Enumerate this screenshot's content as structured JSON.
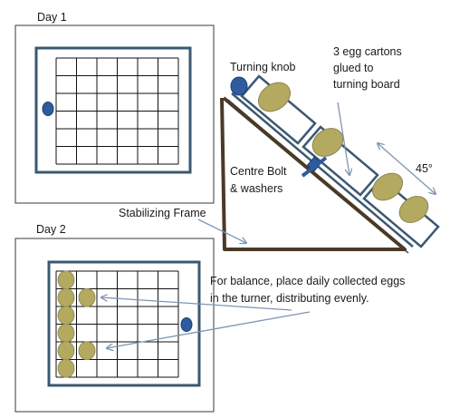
{
  "panel_day1": {
    "title": "Day 1"
  },
  "panel_day2": {
    "title": "Day 2"
  },
  "labels": {
    "turning_knob": "Turning knob",
    "cartons_line1": "3 egg cartons",
    "cartons_line2": "glued to",
    "cartons_line3": "turning board",
    "angle": "45°",
    "centre_bolt_line1": "Centre Bolt",
    "centre_bolt_line2": "& washers",
    "stabilizing_frame": "Stabilizing Frame",
    "balance_line1": "For balance, place daily collected eggs",
    "balance_line2": "in the turner, distributing evenly."
  },
  "grid": {
    "columns": 6,
    "rows": 6
  },
  "day2_eggs": {
    "column1_rows": [
      1,
      2,
      3,
      4,
      5,
      6
    ],
    "column2_rows": [
      2,
      5
    ]
  },
  "colors": {
    "frame_border": "#3b5872",
    "knob_fill": "#2e5c9e",
    "egg_fill": "#b3a960",
    "egg_stroke": "#8c8550",
    "stand": "#4a3a26",
    "arrow": "#7f95b3"
  }
}
